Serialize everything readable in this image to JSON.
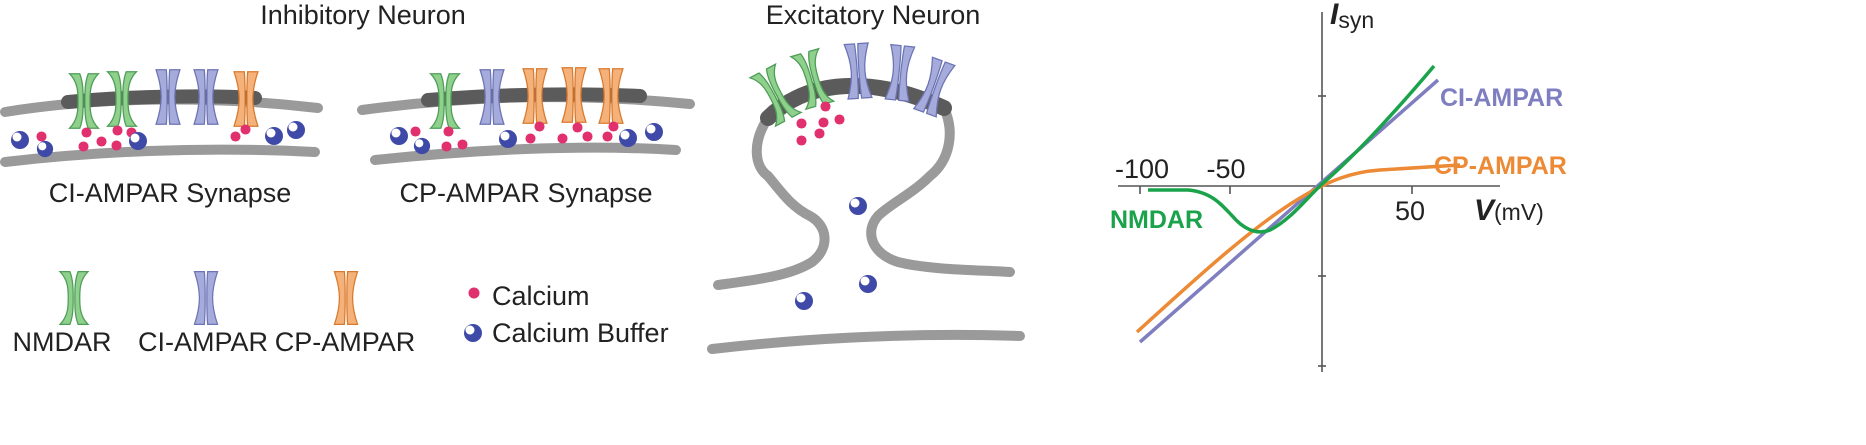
{
  "panels": {
    "inhibitory_title": "Inhibitory Neuron",
    "excitatory_title": "Excitatory Neuron",
    "ci_synapse_label": "CI-AMPAR Synapse",
    "cp_synapse_label": "CP-AMPAR Synapse"
  },
  "legend": {
    "nmdar": "NMDAR",
    "ci_ampar": "CI-AMPAR",
    "cp_ampar": "CP-AMPAR",
    "calcium": "Calcium",
    "calcium_buffer": "Calcium Buffer"
  },
  "colors": {
    "nmdar": "#5db865",
    "nmdar_fill": "#8fd08d",
    "ci_ampar": "#7d86c4",
    "ci_ampar_fill": "#a5abdb",
    "cp_ampar": "#e8893a",
    "cp_ampar_fill": "#f4b27a",
    "calcium": "#e0306e",
    "buffer": "#3f4aa8",
    "membrane": "#9a9a9a",
    "psd": "#5b5b5b"
  },
  "plot": {
    "y_label_main": "I",
    "y_label_sub": "syn",
    "x_label_main": "V",
    "x_label_unit": "(mV)",
    "x_tick_labels": [
      "-100",
      "-50",
      "50"
    ],
    "curve_labels": {
      "nmdar": "NMDAR",
      "ci_ampar": "CI-AMPAR",
      "cp_ampar": "CP-AMPAR"
    },
    "curve_colors": {
      "nmdar": "#1aa34a",
      "ci_ampar": "#7e7ec0",
      "cp_ampar": "#ec8a35"
    }
  }
}
